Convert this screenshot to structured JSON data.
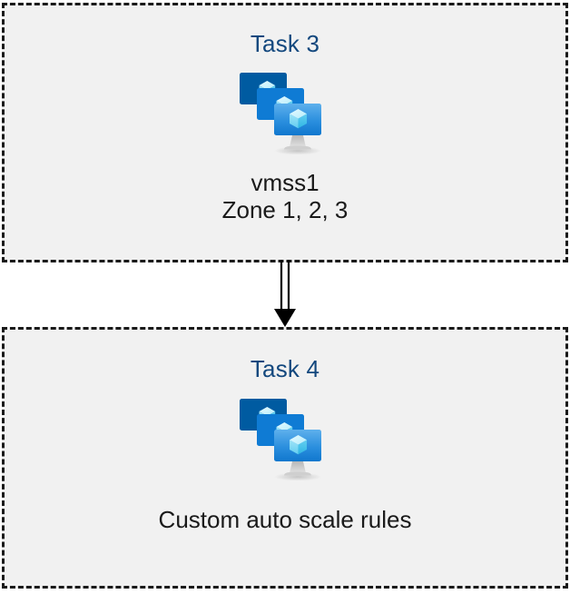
{
  "diagram": {
    "type": "flow",
    "background_color": "#ffffff",
    "box_fill_color": "#f1f1f1",
    "box_border_color": "#1a1a1a",
    "title_color": "#13487e",
    "caption_color": "#1a1a1a",
    "nodes": [
      {
        "id": "task-3",
        "title": "Task 3",
        "icon": "azure-vm-scale-set-icon",
        "captions": [
          "vmss1",
          "Zone 1, 2, 3"
        ]
      },
      {
        "id": "task-4",
        "title": "Task 4",
        "icon": "azure-vm-scale-set-icon",
        "captions": [
          "Custom auto scale rules"
        ]
      }
    ],
    "connectors": [
      {
        "id": "task3-to-task4",
        "from": "task-3",
        "to": "task-4",
        "style": "double-line",
        "head": "filled-triangle",
        "direction": "down",
        "color": "#000000"
      }
    ],
    "icon_colors": {
      "monitor_back": "#005BA1",
      "monitor_mid": "#0F7BD4",
      "monitor_front_top": "#50A8E8",
      "monitor_front_bottom": "#1482D9",
      "cube_light": "#C3F1FD",
      "cube_mid": "#9BE2F9",
      "cube_dark": "#32BEE8",
      "stand_gray": "#A3A3A3"
    }
  }
}
